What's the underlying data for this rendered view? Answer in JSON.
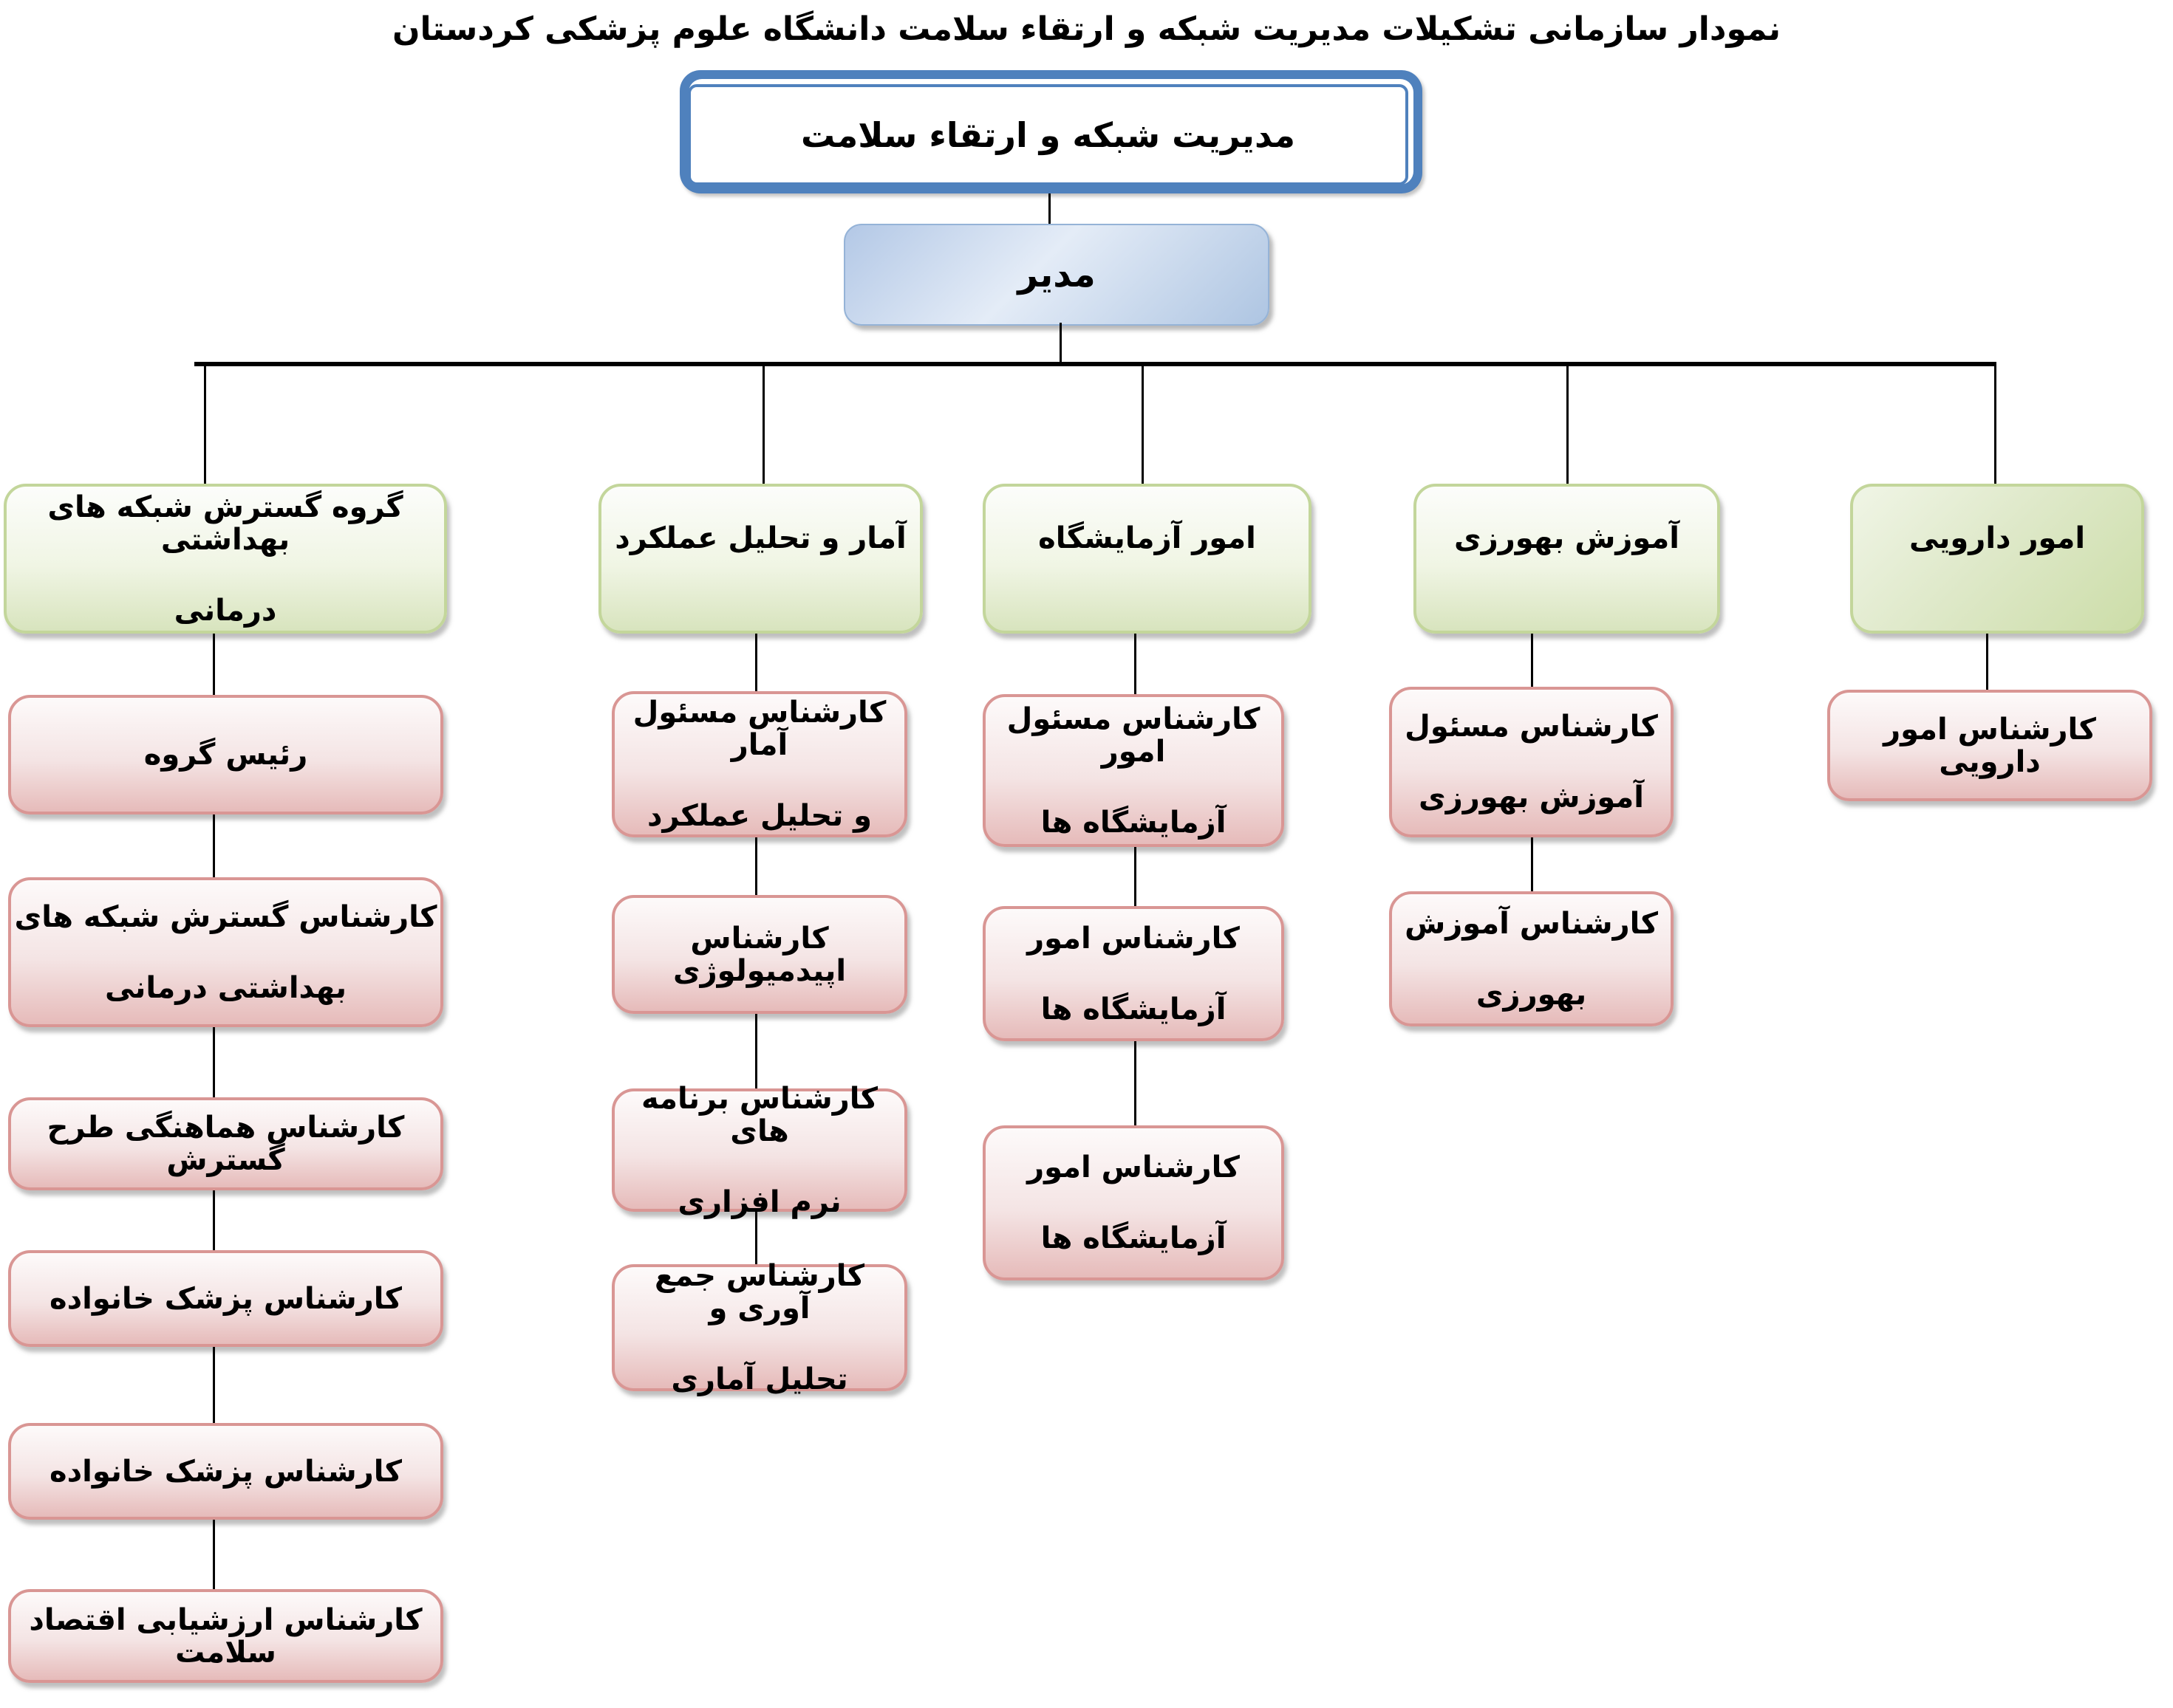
{
  "title": "نمودار سازمانی تشکیلات مدیریت شبکه و ارتقاء سلامت دانشگاه علوم پزشکی کردستان",
  "root_label": "مدیریت شبکه و ارتقاء سلامت",
  "manager_label": "مدیر",
  "colors": {
    "root_frame_blue": "#4F81BD",
    "manager_fill_blue": "#B8CCE4",
    "manager_border_blue": "#95B3D7",
    "department_fill_green": "#D8E4BE",
    "department_border_green": "#C3D69B",
    "role_fill_pink": "#E6BBBA",
    "role_border_pink": "#D99694",
    "connector_black": "#000000"
  },
  "departments": [
    {
      "label": "گروه گسترش شبکه های بهداشتی درمانی",
      "lines": [
        "گروه گسترش شبکه های بهداشتی",
        "درمانی"
      ],
      "children": [
        {
          "lines": [
            "رئیس گروه"
          ]
        },
        {
          "lines": [
            "کارشناس گسترش شبکه های",
            "بهداشتی درمانی"
          ]
        },
        {
          "lines": [
            "کارشناس هماهنگی طرح گسترش"
          ]
        },
        {
          "lines": [
            "کارشناس پزشک خانواده"
          ]
        },
        {
          "lines": [
            "کارشناس پزشک خانواده"
          ]
        },
        {
          "lines": [
            "کارشناس ارزشیابی اقتصاد سلامت"
          ]
        }
      ]
    },
    {
      "label": "آمار و تحلیل عملکرد",
      "lines": [
        "آمار و تحلیل عملکرد"
      ],
      "children": [
        {
          "lines": [
            "کارشناس مسئول آمار",
            "و تحلیل عملکرد"
          ]
        },
        {
          "lines": [
            "کارشناس اپیدمیولوژی"
          ]
        },
        {
          "lines": [
            "کارشناس برنامه های",
            "نرم افزاری"
          ]
        },
        {
          "lines": [
            "کارشناس جمع آوری و",
            "تحلیل آماری"
          ]
        }
      ]
    },
    {
      "label": "امور آزمایشگاه",
      "lines": [
        "امور آزمایشگاه"
      ],
      "children": [
        {
          "lines": [
            "کارشناس مسئول امور",
            "آزمایشگاه ها"
          ]
        },
        {
          "lines": [
            "کارشناس امور",
            "آزمایشگاه ها"
          ]
        },
        {
          "lines": [
            "کارشناس امور",
            "آزمایشگاه ها"
          ]
        }
      ]
    },
    {
      "label": "آموزش بهورزی",
      "lines": [
        "آموزش بهورزی"
      ],
      "children": [
        {
          "lines": [
            "کارشناس مسئول",
            "آموزش بهورزی"
          ]
        },
        {
          "lines": [
            "کارشناس آموزش",
            "بهورزی"
          ]
        }
      ]
    },
    {
      "label": "امور دارویی",
      "lines": [
        "امور دارویی"
      ],
      "children": [
        {
          "lines": [
            "کارشناس امور دارویی"
          ]
        }
      ]
    }
  ]
}
